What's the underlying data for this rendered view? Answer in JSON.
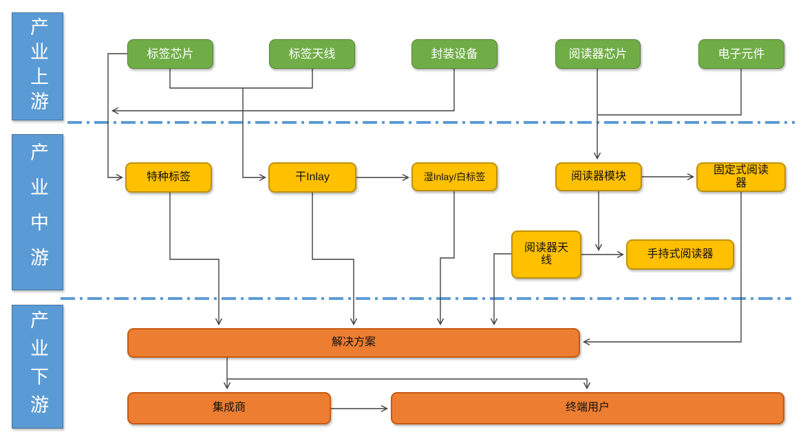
{
  "diagram_type": "industry-chain-flowchart",
  "stages": [
    {
      "id": "upstream",
      "label": "产业上游"
    },
    {
      "id": "midstream",
      "label": "产业中游"
    },
    {
      "id": "downstream",
      "label": "产业下游"
    }
  ],
  "nodes": {
    "tag_chip": {
      "label": "标签芯片",
      "stage": "upstream",
      "color": "green"
    },
    "tag_antenna": {
      "label": "标签天线",
      "stage": "upstream",
      "color": "green"
    },
    "packaging_equipment": {
      "label": "封装设备",
      "stage": "upstream",
      "color": "green"
    },
    "reader_chip": {
      "label": "阅读器芯片",
      "stage": "upstream",
      "color": "green"
    },
    "electronic_components": {
      "label": "电子元件",
      "stage": "upstream",
      "color": "green"
    },
    "special_tag": {
      "label": "特种标签",
      "stage": "midstream",
      "color": "yellow"
    },
    "dry_inlay": {
      "label": "干Inlay",
      "stage": "midstream",
      "color": "yellow"
    },
    "wet_inlay": {
      "label": "湿Inlay/白标签",
      "stage": "midstream",
      "color": "yellow"
    },
    "reader_module": {
      "label": "阅读器模块",
      "stage": "midstream",
      "color": "yellow"
    },
    "fixed_reader": {
      "label": "固定式阅读器",
      "stage": "midstream",
      "color": "yellow"
    },
    "reader_antenna": {
      "label": "阅读器天线",
      "stage": "midstream",
      "color": "yellow"
    },
    "handheld_reader": {
      "label": "手持式阅读器",
      "stage": "midstream",
      "color": "yellow"
    },
    "solution": {
      "label": "解决方案",
      "stage": "downstream",
      "color": "orange"
    },
    "integrator": {
      "label": "集成商",
      "stage": "downstream",
      "color": "orange"
    },
    "end_user": {
      "label": "终端用户",
      "stage": "downstream",
      "color": "orange"
    }
  },
  "edges": [
    {
      "from": "标签芯片",
      "to": "特种标签"
    },
    {
      "from": "封装设备",
      "to": "特种标签"
    },
    {
      "from": "标签芯片",
      "to": "干Inlay"
    },
    {
      "from": "标签天线",
      "to": "干Inlay"
    },
    {
      "from": "干Inlay",
      "to": "湿Inlay/白标签"
    },
    {
      "from": "阅读器芯片",
      "to": "阅读器模块"
    },
    {
      "from": "电子元件",
      "to": "阅读器模块"
    },
    {
      "from": "阅读器模块",
      "to": "固定式阅读器"
    },
    {
      "from": "阅读器模块",
      "to": "手持式阅读器"
    },
    {
      "from": "阅读器天线",
      "to": "手持式阅读器"
    },
    {
      "from": "特种标签",
      "to": "解决方案"
    },
    {
      "from": "干Inlay",
      "to": "解决方案"
    },
    {
      "from": "湿Inlay/白标签",
      "to": "解决方案"
    },
    {
      "from": "阅读器天线",
      "to": "解决方案"
    },
    {
      "from": "固定式阅读器",
      "to": "解决方案"
    },
    {
      "from": "解决方案",
      "to": "集成商"
    },
    {
      "from": "解决方案",
      "to": "终端用户"
    },
    {
      "from": "集成商",
      "to": "终端用户"
    }
  ],
  "colors": {
    "stage_fill": "#5B9BD5",
    "stage_border": "#41719C",
    "upstream_fill": "#70AD47",
    "upstream_border": "#548235",
    "midstream_fill": "#FFC000",
    "midstream_border": "#BF9000",
    "downstream_fill": "#ED7D31",
    "downstream_border": "#C55A11",
    "divider": "#5B9BD5",
    "connector": "#3f3f3f",
    "background": "#ffffff"
  }
}
